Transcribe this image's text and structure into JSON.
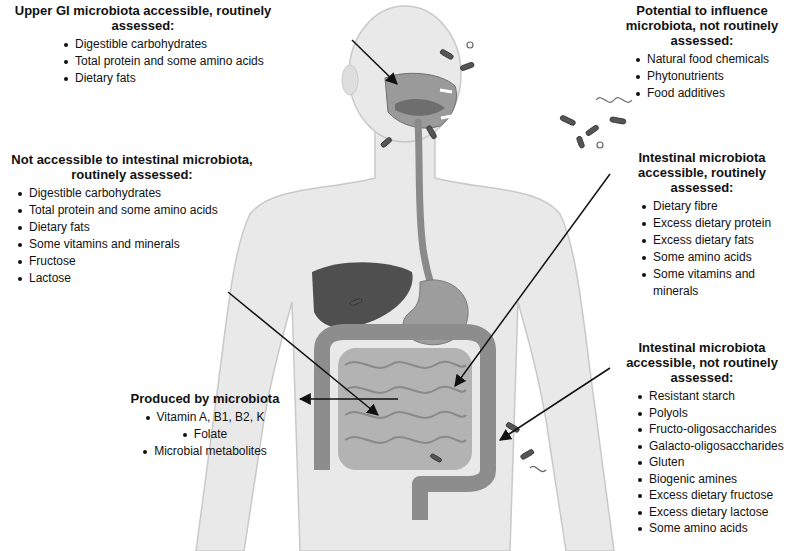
{
  "diagram": {
    "labels": [
      "Upper GI microbiota accessible, routinely assessed:",
      "Digestible carbohydrates",
      "Total protein and some amino acids",
      "Dietary fats",
      "Potential to influence microbiota, not routinely assessed:",
      "Natural food chemicals",
      "Phytonutrients",
      "Food additives",
      "Not accessible to intestinal microbiota, routinely assessed:",
      "Digestible carbohydrates",
      "Total protein and some amino acids",
      "Dietary fats",
      "Some vitamins and minerals",
      "Fructose",
      "Lactose",
      "Intestinal microbiota accessible, routinely assessed:",
      "Dietary fibre",
      "Excess dietary protein",
      "Excess dietary fats",
      "Some amino acids",
      "Some vitamins and minerals",
      "Produced by microbiota",
      "Vitamin A, B1, B2, K",
      "Folate",
      "Microbial metabolites",
      "Intestinal microbiota accessible, not routinely assessed:",
      "Resistant starch",
      "Polyols",
      "Fructo-oligosaccharides",
      "Galacto-oligosaccharides",
      "Gluten",
      "Biogenic amines",
      "Excess dietary fructose",
      "Excess dietary lactose",
      "Some amino acids"
    ]
  }
}
